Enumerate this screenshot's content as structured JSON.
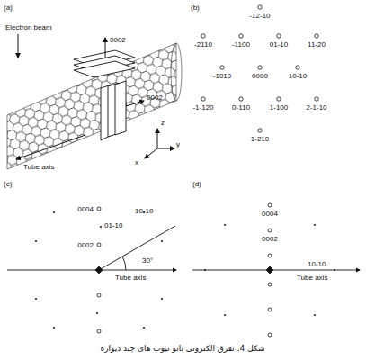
{
  "diagram": {
    "caption": "شکل 4. تفرق الکترونی نانو تیوب های چند دیواره",
    "labels": [
      "(a)",
      "Electron beam",
      "0002",
      "0002",
      "Tube axis",
      "z",
      "y",
      "x",
      "(b)",
      "-12-10",
      "-2110",
      "-1100",
      "01-10",
      "11-20",
      "-1010",
      "0000",
      "10-10",
      "-1-120",
      "0-110",
      "1-100",
      "2-1-10",
      "1-210",
      "(c)",
      "0004",
      "01-10",
      "0002",
      "10-10",
      "30°",
      "Tube axis",
      "(d)",
      "0004",
      "0002",
      "10-10",
      "Tube axis"
    ]
  }
}
